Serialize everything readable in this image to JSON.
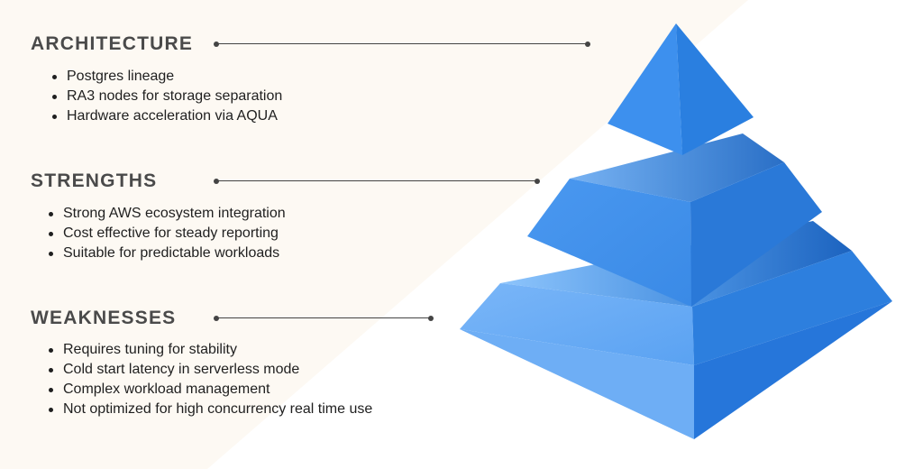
{
  "sections": [
    {
      "heading": "ARCHITECTURE",
      "bullets": [
        "Postgres lineage",
        "RA3 nodes for storage separation",
        "Hardware acceleration via AQUA"
      ]
    },
    {
      "heading": "STRENGTHS",
      "bullets": [
        "Strong AWS ecosystem integration",
        "Cost effective for steady reporting",
        "Suitable for predictable workloads"
      ]
    },
    {
      "heading": "WEAKNESSES",
      "bullets": [
        "Requires tuning for stability",
        "Cold start latency in serverless mode",
        "Complex workload management",
        "Not optimized for high concurrency real time use"
      ]
    }
  ],
  "colors": {
    "background_tint": "#fdf9f3",
    "pyramid_light": "#8cc4fb",
    "pyramid_mid": "#3f8de3",
    "pyramid_dark": "#1a64c2",
    "text": "#1f1f1f",
    "heading": "#4a4a4a"
  }
}
